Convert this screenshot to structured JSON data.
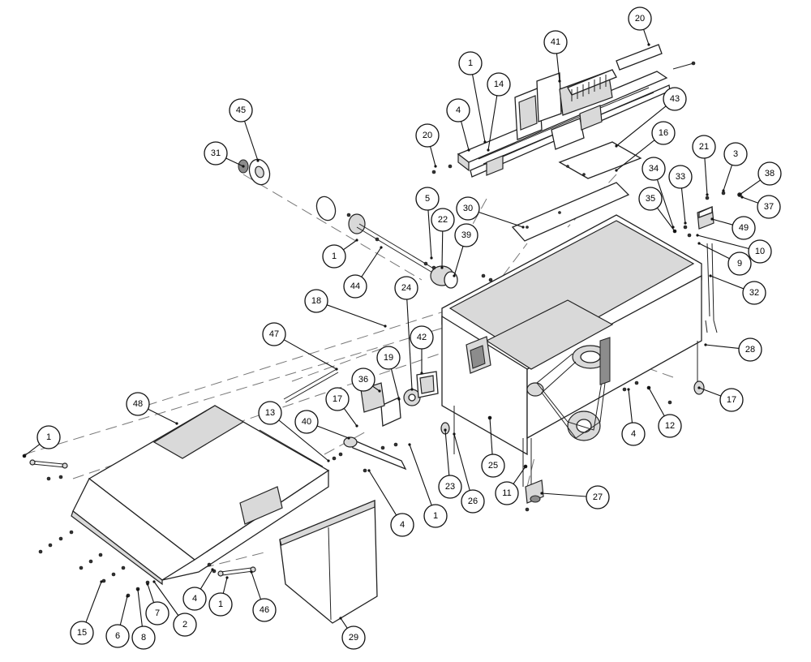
{
  "callouts": [
    {
      "label": "20"
    },
    {
      "label": "41"
    },
    {
      "label": "1"
    },
    {
      "label": "14"
    },
    {
      "label": "4"
    },
    {
      "label": "20"
    },
    {
      "label": "43"
    },
    {
      "label": "45"
    },
    {
      "label": "31"
    },
    {
      "label": "16"
    },
    {
      "label": "21"
    },
    {
      "label": "3"
    },
    {
      "label": "38"
    },
    {
      "label": "34"
    },
    {
      "label": "33"
    },
    {
      "label": "35"
    },
    {
      "label": "37"
    },
    {
      "label": "49"
    },
    {
      "label": "5"
    },
    {
      "label": "30"
    },
    {
      "label": "22"
    },
    {
      "label": "39"
    },
    {
      "label": "10"
    },
    {
      "label": "1"
    },
    {
      "label": "44"
    },
    {
      "label": "9"
    },
    {
      "label": "24"
    },
    {
      "label": "32"
    },
    {
      "label": "18"
    },
    {
      "label": "47"
    },
    {
      "label": "42"
    },
    {
      "label": "28"
    },
    {
      "label": "19"
    },
    {
      "label": "36"
    },
    {
      "label": "17"
    },
    {
      "label": "48"
    },
    {
      "label": "17"
    },
    {
      "label": "13"
    },
    {
      "label": "40"
    },
    {
      "label": "12"
    },
    {
      "label": "4"
    },
    {
      "label": "1"
    },
    {
      "label": "25"
    },
    {
      "label": "23"
    },
    {
      "label": "26"
    },
    {
      "label": "11"
    },
    {
      "label": "27"
    },
    {
      "label": "1"
    },
    {
      "label": "4"
    },
    {
      "label": "4"
    },
    {
      "label": "1"
    },
    {
      "label": "46"
    },
    {
      "label": "15"
    },
    {
      "label": "6"
    },
    {
      "label": "8"
    },
    {
      "label": "7"
    },
    {
      "label": "2"
    },
    {
      "label": "29"
    }
  ]
}
